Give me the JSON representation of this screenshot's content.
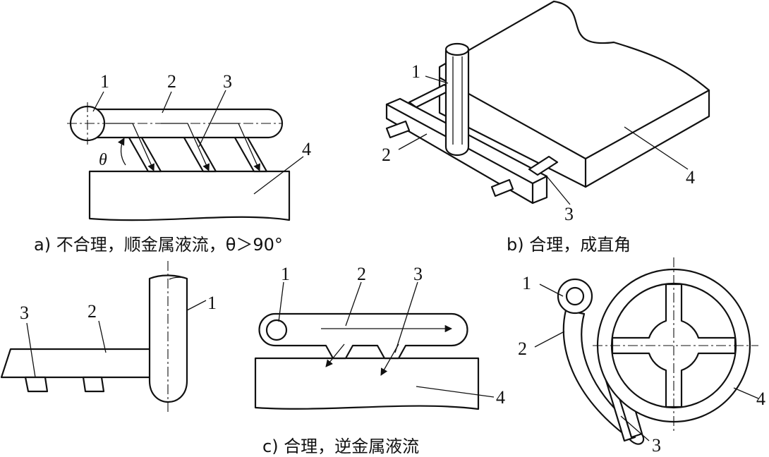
{
  "captions": {
    "a": "a) 不合理，顺金属液流，θ＞90°",
    "b": "b) 合理，成直角",
    "c": "c) 合理，逆金属液流"
  },
  "symbols": {
    "theta": "θ"
  },
  "labels": {
    "a": [
      "1",
      "2",
      "3",
      "4"
    ],
    "b": [
      "1",
      "2",
      "3",
      "4"
    ],
    "c_left": [
      "3",
      "2",
      "1"
    ],
    "c_mid": [
      "1",
      "2",
      "3",
      "4"
    ],
    "c_right": [
      "1",
      "2",
      "3",
      "4"
    ]
  }
}
